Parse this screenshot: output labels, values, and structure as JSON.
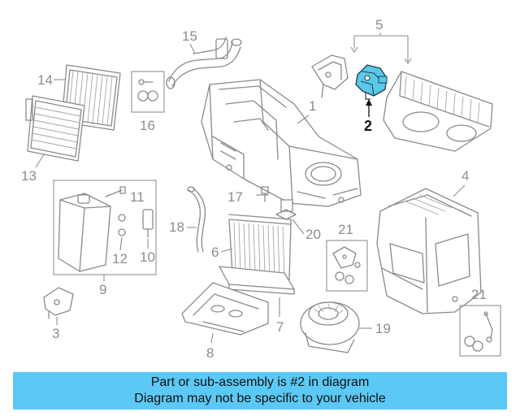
{
  "diagram": {
    "callouts": {
      "p1": "1",
      "p2": "2",
      "p3": "3",
      "p4": "4",
      "p5": "5",
      "p6": "6",
      "p7": "7",
      "p8": "8",
      "p9": "9",
      "p10": "10",
      "p11": "11",
      "p12": "12",
      "p13": "13",
      "p14": "14",
      "p15": "15",
      "p16": "16",
      "p17": "17",
      "p18": "18",
      "p19": "19",
      "p20": "20",
      "p21a": "21",
      "p21b": "21"
    },
    "highlight_color": "#5bc8e8"
  },
  "banner": {
    "line1": "Part or sub-assembly is #2 in diagram",
    "line2": "Diagram may not be specific to your vehicle",
    "color": "#5bc8f5"
  }
}
